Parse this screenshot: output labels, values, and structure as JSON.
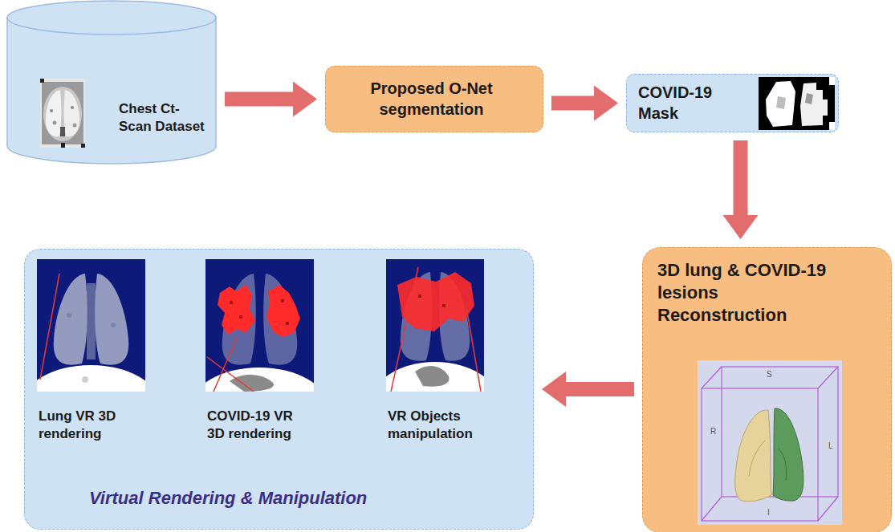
{
  "diagram": {
    "nodes": [
      {
        "text": [
          "Chest Ct-Scan Dataset"
        ]
      },
      {
        "text": [
          "Proposed O-Net segmentation"
        ]
      },
      {
        "text": [
          "COVID-19 Mask"
        ]
      },
      {
        "text": [
          "3D lung & COVID-19 lesions Reconstruction"
        ]
      },
      {
        "text": [
          "Virtual Rendering & Manipulation"
        ]
      },
      {
        "text": [
          "Lung VR 3D rendering"
        ],
        "in": 4
      },
      {
        "text": [
          "COVID-19 VR 3D rendering"
        ],
        "in": 4
      },
      {
        "text": [
          "VR Objects manipulation"
        ],
        "in": 4
      }
    ],
    "edges": [
      {
        "from": 0,
        "to": 1,
        "arrow": "to"
      },
      {
        "from": 1,
        "to": 2,
        "arrow": "to"
      },
      {
        "from": 2,
        "to": 3,
        "arrow": "to"
      },
      {
        "from": 3,
        "to": 4,
        "arrow": "to"
      }
    ],
    "labels": [
      "S",
      "R",
      "L",
      "I"
    ]
  }
}
